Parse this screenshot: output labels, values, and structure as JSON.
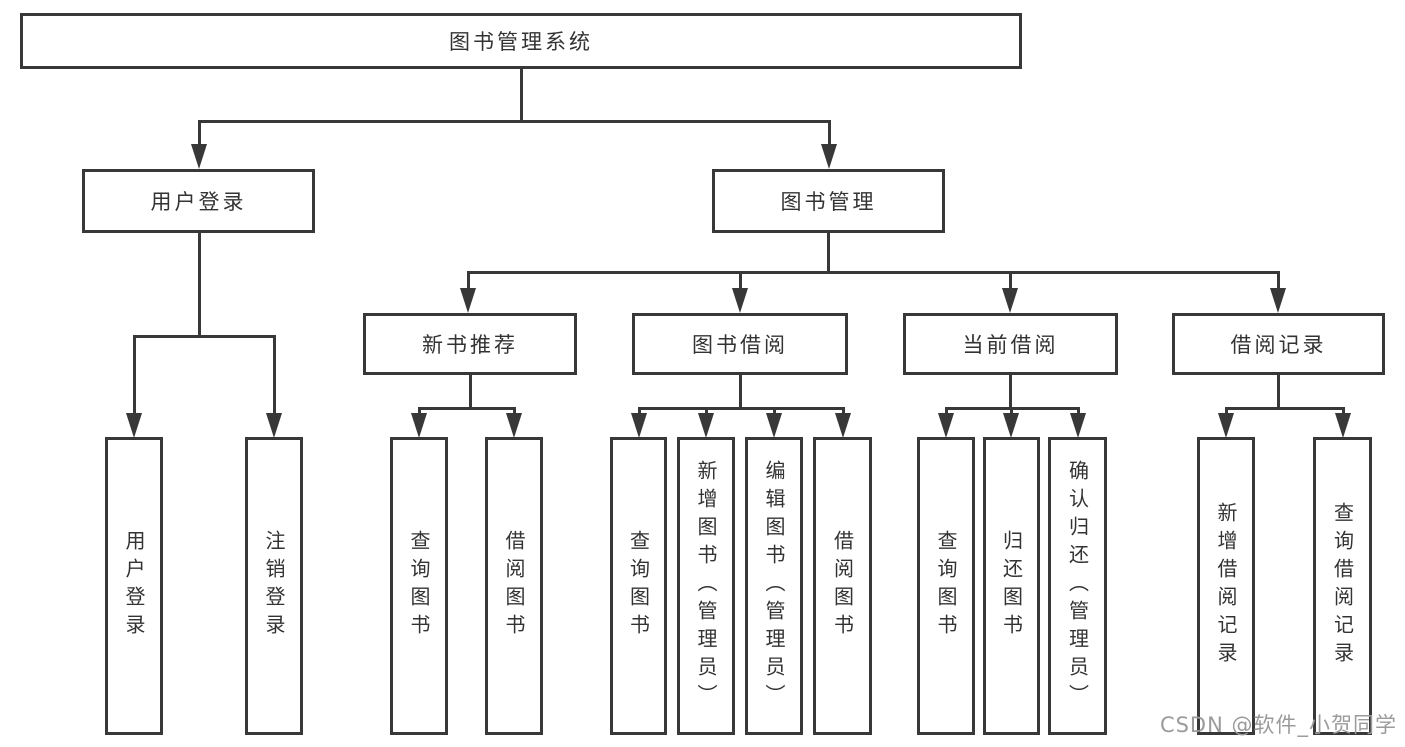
{
  "nodes": {
    "root": "图书管理系统",
    "login": "用户登录",
    "mgmt": "图书管理",
    "nb": "新书推荐",
    "bb": "图书借阅",
    "cb": "当前借阅",
    "br": "借阅记录",
    "login_user": "用户登录",
    "login_logout": "注销登录",
    "nb_query": "查询图书",
    "nb_borrow": "借阅图书",
    "bb_query": "查询图书",
    "bb_add": "新增图书（管理员）",
    "bb_edit": "编辑图书（管理员）",
    "bb_borrow": "借阅图书",
    "cb_query": "查询图书",
    "cb_return": "归还图书",
    "cb_confirm": "确认归还（管理员）",
    "br_add": "新增借阅记录",
    "br_query": "查询借阅记录"
  },
  "watermark": "CSDN @软件_小贺同学",
  "colors": {
    "line": "#383838",
    "text": "#333333",
    "watermark": "#9b9b9b",
    "background": "#ffffff"
  }
}
